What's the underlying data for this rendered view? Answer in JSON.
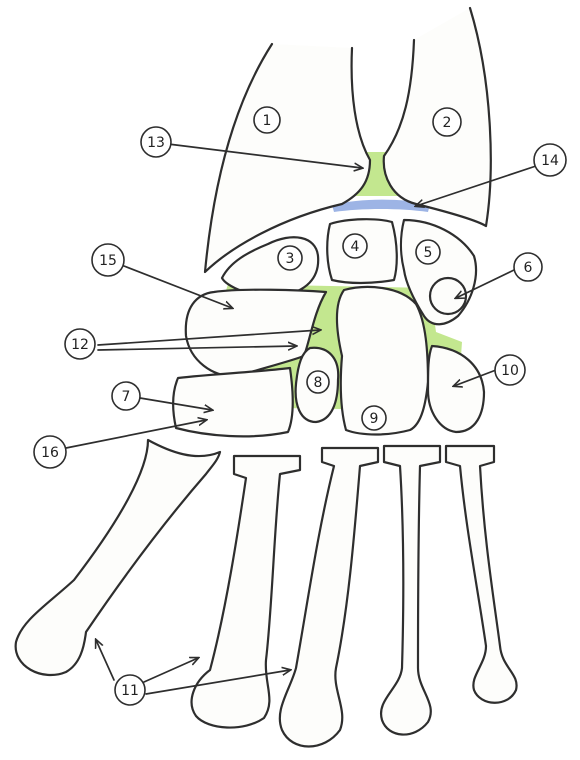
{
  "colors": {
    "ligament_highlight": "#9ed94a",
    "joint_highlight": "#5b82d4",
    "outline": "#2e2e2e",
    "paper": "#ffffff"
  },
  "callouts": {
    "radius": "1",
    "ulna": "2",
    "scaphoid": "3",
    "lunate": "4",
    "triquetrum": "5",
    "pisiform": "6",
    "trapezium": "7",
    "trapezoid": "8",
    "capitate": "9",
    "hamate": "10",
    "metacarpals": "11",
    "label_12": "12",
    "label_13": "13",
    "label_14": "14",
    "label_15": "15",
    "label_16": "16"
  }
}
